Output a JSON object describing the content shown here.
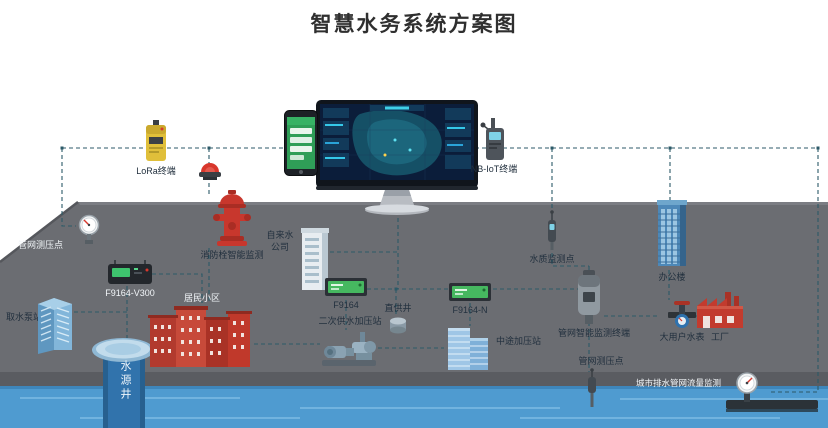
{
  "title": "智慧水务系统方案图",
  "labels": {
    "lora": "LoRa终端",
    "nbiot": "NB-IoT终端",
    "pressure_left": "管网测压点",
    "hydrant": "消防栓智能监测",
    "water_company": "自来水公司",
    "f9164_v300": "F9164-V300",
    "intake_station": "取水泵站",
    "water_well": "水源井",
    "residential": "居民小区",
    "f9164": "F9164",
    "secondary_station": "二次供水加压站",
    "direct_well": "直供井",
    "f9164_n": "F9164-N",
    "midway_station": "中途加压站",
    "quality_point": "水质监测点",
    "smart_terminal": "管网智能监测终端",
    "office": "办公楼",
    "big_meter": "大用户水表",
    "factory": "工厂",
    "pressure_bottom": "管网测压点",
    "drain_flow": "城市排水管网流量监测"
  },
  "colors": {
    "platform": "#6b6d72",
    "water": "#4f9bd0",
    "connection_line": "#2c5a68",
    "accent_red": "#c8372d",
    "accent_yellow": "#e0bf3a",
    "accent_green": "#46b860",
    "accent_blue": "#4d88b8"
  }
}
